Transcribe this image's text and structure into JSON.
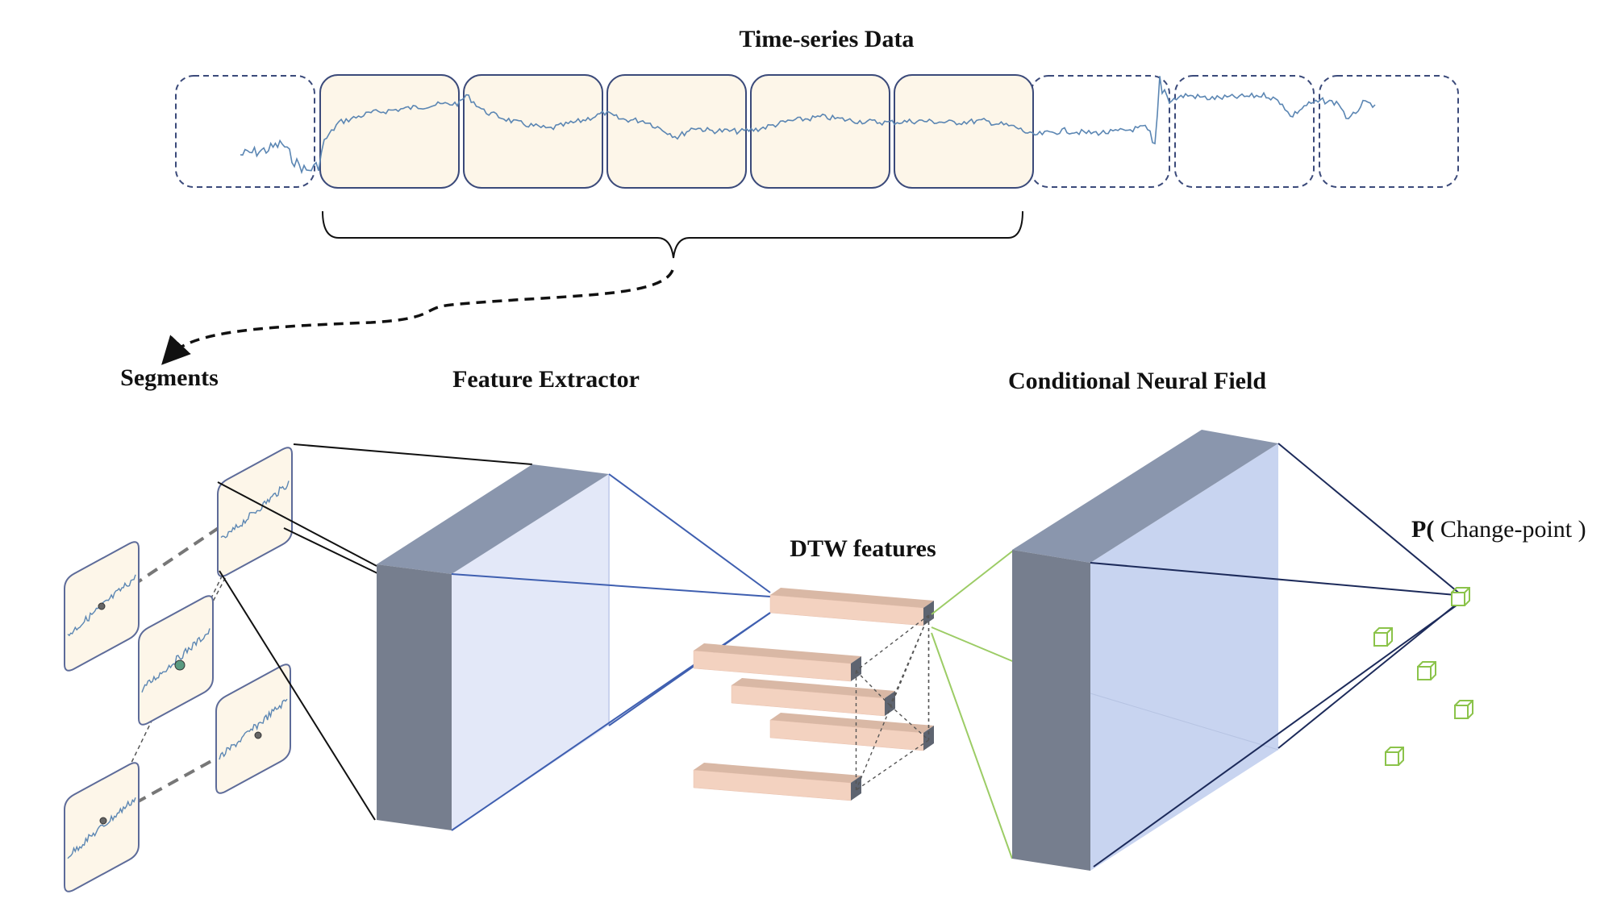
{
  "labels": {
    "time_series": "Time-series Data",
    "segments": "Segments",
    "feature_extractor": "Feature Extractor",
    "conditional_neural_field": "Conditional Neural Field",
    "dtw_features": "DTW features",
    "prob_prefix": "P(",
    "prob_text": " Change-point )"
  },
  "colors": {
    "segment_fill": "#fdf6e9",
    "segment_stroke": "#3b4a7a",
    "signal": "#5b86b3",
    "block_front": "#767e8e",
    "block_top": "#8a96ad",
    "fe_face": "#e3e8f8",
    "cnf_face": "#c8d4f0",
    "bar_fill": "#f3d2c0",
    "bar_end": "#5e6470",
    "cube": "#8bc34a",
    "green_line": "#9ccc65",
    "blue_line": "#3f5fb0",
    "dark_line": "#111111"
  }
}
